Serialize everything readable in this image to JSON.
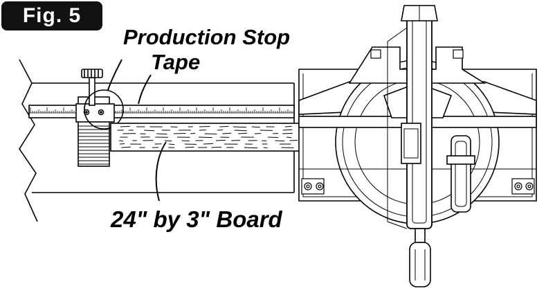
{
  "figure": {
    "badge": "Fig. 5"
  },
  "callouts": {
    "production_stop": "Production Stop",
    "tape": "Tape",
    "board": "24\" by 3\" Board"
  },
  "colors": {
    "ink": "#000000",
    "paper": "#ffffff",
    "badge": "#111111"
  }
}
